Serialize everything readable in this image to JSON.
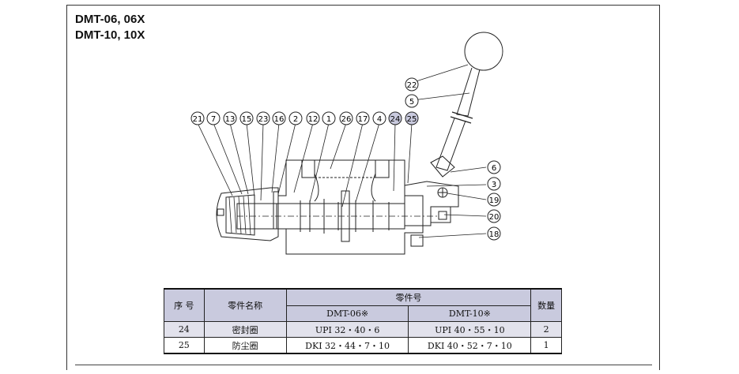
{
  "titles": [
    "DMT-06, 06X",
    "DMT-10, 10X"
  ],
  "callouts_top": [
    "21",
    "7",
    "13",
    "15",
    "23",
    "16",
    "2",
    "12",
    "1",
    "26",
    "17",
    "4",
    "24",
    "25"
  ],
  "callouts_right": [
    "22",
    "5",
    "6",
    "3",
    "19",
    "20",
    "18"
  ],
  "highlight_callouts": [
    "24",
    "25"
  ],
  "table": {
    "h_seq": "序 号",
    "h_name": "零件名称",
    "h_partno": "零件号",
    "h_dmt06": "DMT-06※",
    "h_dmt10": "DMT-10※",
    "h_qty": "数量",
    "rows": [
      {
        "seq": "24",
        "name": "密封圈",
        "dmt06": "UPI 32・40・6",
        "dmt10": "UPI 40・55・10",
        "qty": "2"
      },
      {
        "seq": "25",
        "name": "防尘圈",
        "dmt06": "DKI 32・44・7・10",
        "dmt10": "DKI 40・52・7・10",
        "qty": "1"
      }
    ]
  },
  "colors": {
    "highlight_bubble": "#c9cade",
    "table_header": "#c9cade",
    "table_row_alt": "#e2e2ec"
  }
}
